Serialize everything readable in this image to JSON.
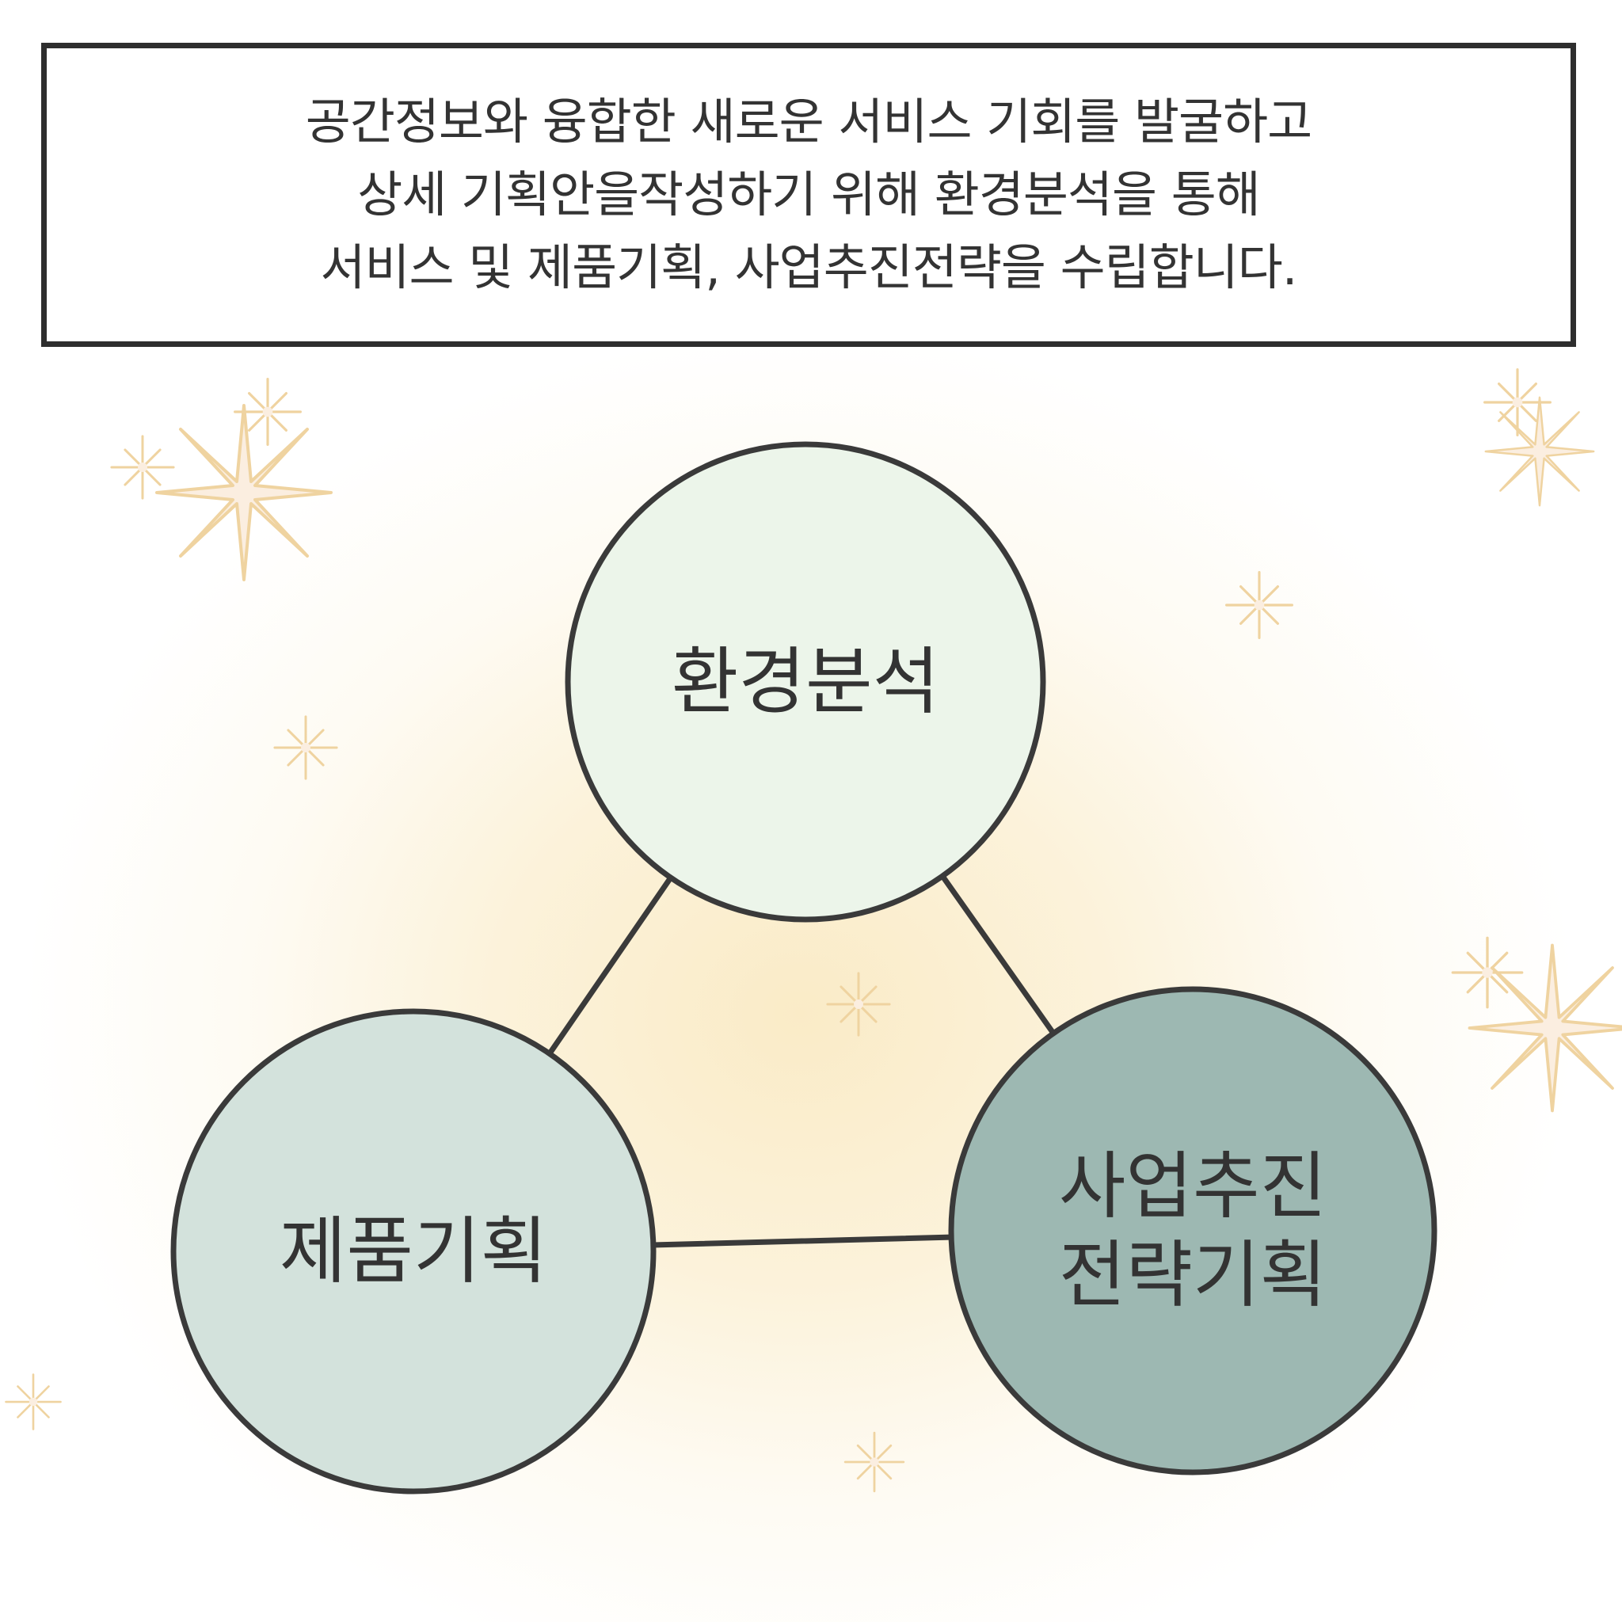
{
  "caption": {
    "lines": [
      "공간정보와 융합한 새로운 서비스 기회를 발굴하고",
      "상세 기획안을작성하기 위해 환경분석을 통해",
      "서비스 및 제품기획, 사업추진전략을 수립합니다."
    ]
  },
  "diagram": {
    "nodes": [
      {
        "id": "env",
        "lines": [
          "환경분석"
        ],
        "fill": "#ecf5ea"
      },
      {
        "id": "product",
        "lines": [
          "제품기획"
        ],
        "fill": "#d3e2dc"
      },
      {
        "id": "strategy",
        "lines": [
          "사업추진",
          "전략기획"
        ],
        "fill": "#9db8b2"
      }
    ],
    "edges": [
      {
        "from": "env",
        "to": "product"
      },
      {
        "from": "env",
        "to": "strategy"
      },
      {
        "from": "product",
        "to": "strategy"
      }
    ],
    "colors": {
      "stroke": "#3a3a3a",
      "text": "#333333",
      "sparkle": "#efd3a0"
    }
  }
}
